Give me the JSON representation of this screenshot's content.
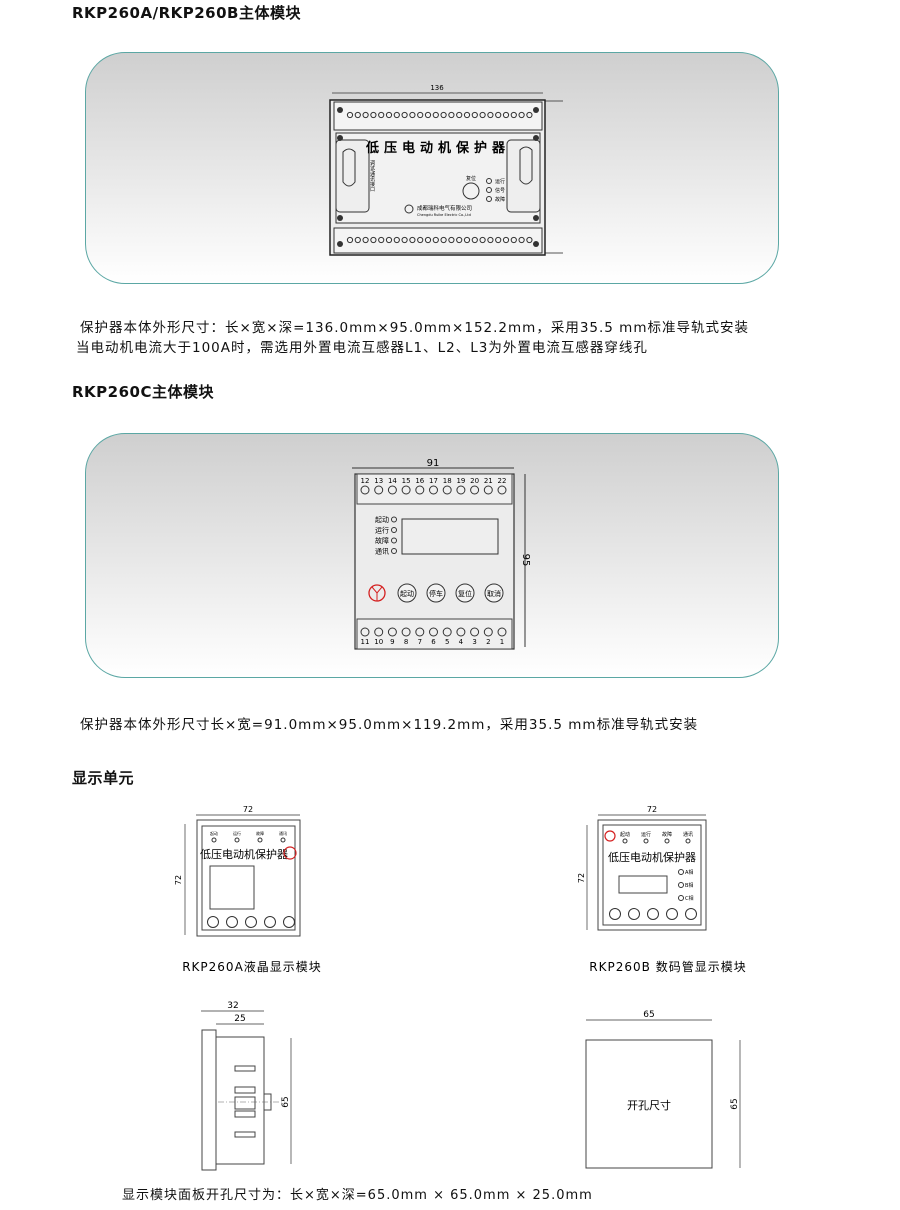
{
  "section1": {
    "title": "RKP260A/RKP260B主体模块",
    "dim_width": "136",
    "device_name": "低压电动机保护器",
    "reset_label": "复位",
    "indicators": [
      "运行",
      "信号",
      "故障"
    ],
    "port_label": "调试/通讯接口",
    "company": "成都瑞科电气有限公司",
    "company_en": "Chengdu Ruike Electric Co.,Ltd",
    "desc_lines": [
      "保护器本体外形尺寸：长×宽×深=136.0mm×95.0mm×152.2mm，采用35.5 mm标准导轨式安装",
      "当电动机电流大于100A时，需选用外置电流互感器L1、L2、L3为外置电流互感器穿线孔"
    ]
  },
  "section2": {
    "title": "RKP260C主体模块",
    "dim_width": "91",
    "dim_height": "95",
    "top_terminals": [
      "12",
      "13",
      "14",
      "15",
      "16",
      "17",
      "18",
      "19",
      "20",
      "21",
      "22"
    ],
    "bottom_terminals": [
      "11",
      "10",
      "9",
      "8",
      "7",
      "6",
      "5",
      "4",
      "3",
      "2",
      "1"
    ],
    "indicators": [
      "起动",
      "运行",
      "故障",
      "通讯"
    ],
    "buttons": [
      "起动",
      "停车",
      "复位",
      "取消"
    ],
    "desc": "保护器本体外形尺寸长×宽=91.0mm×95.0mm×119.2mm，采用35.5 mm标准导轨式安装"
  },
  "section3": {
    "title": "显示单元",
    "lcd": {
      "dim_w": "72",
      "dim_h": "72",
      "indicators": [
        "起动",
        "运行",
        "故障",
        "通讯"
      ],
      "name": "低压电动机保护器",
      "caption": "RKP260A液晶显示模块"
    },
    "led": {
      "dim_w": "72",
      "dim_h": "72",
      "indicators": [
        "起动",
        "运行",
        "故障",
        "通讯"
      ],
      "name": "低压电动机保护器",
      "phases": [
        "A相",
        "B相",
        "C相"
      ],
      "caption": "RKP260B 数码管显示模块"
    },
    "side": {
      "dim_depth_total": "32",
      "dim_depth": "25",
      "dim_h": "65"
    },
    "cutout": {
      "dim_w": "65",
      "dim_h": "65",
      "label": "开孔尺寸"
    },
    "desc": "显示模块面板开孔尺寸为：长×宽×深=65.0mm × 65.0mm × 25.0mm"
  },
  "colors": {
    "panel_border": "#5ba7a4",
    "logo_red": "#d42020"
  }
}
